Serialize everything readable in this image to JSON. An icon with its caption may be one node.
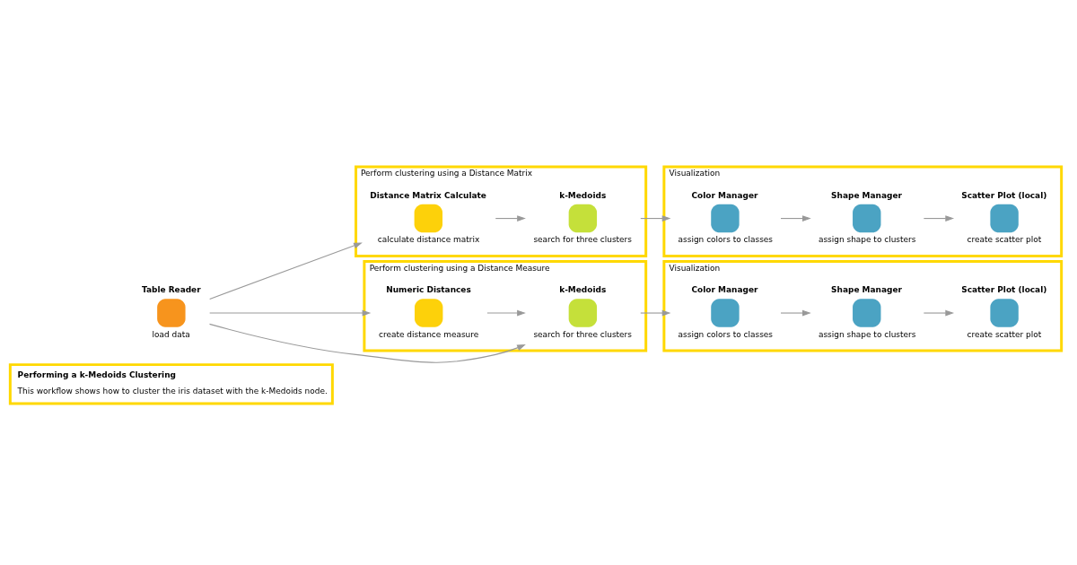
{
  "diagram": {
    "nodes": [
      {
        "text": [
          "Performing a k-Medoids Clustering",
          "This workflow shows how to cluster the iris dataset with the k-Medoids node."
        ]
      },
      {
        "text": [
          "Perform clustering using a Distance Matrix"
        ]
      },
      {
        "text": [
          "Distance Matrix Calculate"
        ],
        "in": 1,
        "beside": [
          "calculate distance matrix"
        ]
      },
      {
        "text": [
          "k-Medoids"
        ],
        "in": 1,
        "beside": [
          "search for three clusters"
        ]
      },
      {
        "text": [
          "Visualization"
        ]
      },
      {
        "text": [
          "Color Manager"
        ],
        "in": 4,
        "beside": [
          "assign colors to classes"
        ]
      },
      {
        "text": [
          "Shape Manager"
        ],
        "in": 4,
        "beside": [
          "assign shape to clusters"
        ]
      },
      {
        "text": [
          "Scatter Plot (local)"
        ],
        "in": 4,
        "beside": [
          "create scatter plot"
        ]
      },
      {
        "text": [
          "Table Reader"
        ],
        "beside": [
          "load data"
        ]
      },
      {
        "text": [
          "Perform clustering using a Distance Measure"
        ]
      },
      {
        "text": [
          "Numeric Distances"
        ],
        "in": 9,
        "beside": [
          "create distance measure"
        ]
      },
      {
        "text": [
          "k-Medoids"
        ],
        "in": 9,
        "beside": [
          "search for three clusters"
        ]
      },
      {
        "text": [
          "Visualization"
        ]
      },
      {
        "text": [
          "Color Manager"
        ],
        "in": 12,
        "beside": [
          "assign colors to classes"
        ]
      },
      {
        "text": [
          "Shape Manager"
        ],
        "in": 12,
        "beside": [
          "assign shape to clusters"
        ]
      },
      {
        "text": [
          "Scatter Plot (local)"
        ],
        "in": 12,
        "beside": [
          "create scatter plot"
        ]
      }
    ],
    "edges": [
      {
        "from": 8,
        "to": 2,
        "arrow": "to"
      },
      {
        "from": 2,
        "to": 3,
        "arrow": "to"
      },
      {
        "from": 3,
        "to": 5,
        "arrow": "to"
      },
      {
        "from": 5,
        "to": 6,
        "arrow": "to"
      },
      {
        "from": 6,
        "to": 7,
        "arrow": "to"
      },
      {
        "from": 8,
        "to": 11,
        "arrow": "to"
      },
      {
        "from": 8,
        "to": 10,
        "arrow": "to"
      },
      {
        "from": 10,
        "to": 11,
        "arrow": "to"
      },
      {
        "from": 11,
        "to": 13,
        "arrow": "to"
      },
      {
        "from": 13,
        "to": 14,
        "arrow": "to"
      },
      {
        "from": 14,
        "to": 15,
        "arrow": "to"
      }
    ]
  }
}
